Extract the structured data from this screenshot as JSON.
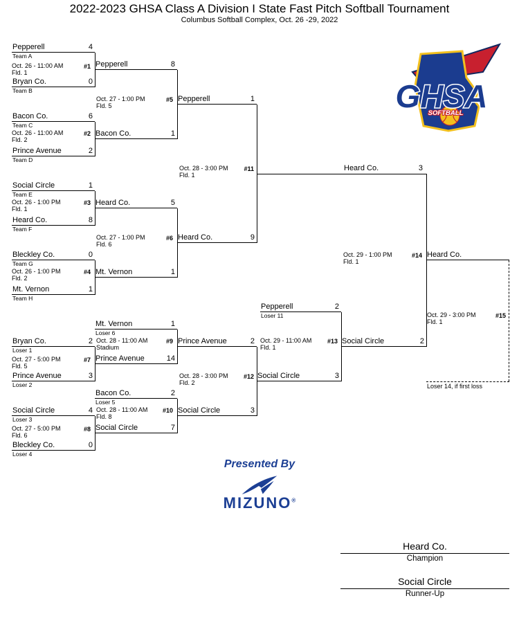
{
  "header": {
    "title": "2022-2023 GHSA Class A Division I State Fast Pitch Softball Tournament",
    "subtitle": "Columbus Softball Complex, Oct. 26 -29, 2022"
  },
  "slots": {
    "r1_1": {
      "name": "Pepperell",
      "score": "4",
      "tag": "Team A"
    },
    "r1_2": {
      "name": "Bryan Co.",
      "score": "0",
      "tag": "Team B"
    },
    "r1_3": {
      "name": "Bacon Co.",
      "score": "6",
      "tag": "Team C"
    },
    "r1_4": {
      "name": "Prince Avenue",
      "score": "2",
      "tag": "Team D"
    },
    "r1_5": {
      "name": "Social Circle",
      "score": "1",
      "tag": "Team E"
    },
    "r1_6": {
      "name": "Heard Co.",
      "score": "8",
      "tag": "Team F"
    },
    "r1_7": {
      "name": "Bleckley Co.",
      "score": "0",
      "tag": "Team G"
    },
    "r1_8": {
      "name": "Mt. Vernon",
      "score": "1",
      "tag": "Team H"
    },
    "w5_top": {
      "name": "Pepperell",
      "score": "8"
    },
    "w5_bot": {
      "name": "Bacon Co.",
      "score": "1"
    },
    "w6_top": {
      "name": "Heard Co.",
      "score": "5"
    },
    "w6_bot": {
      "name": "Mt. Vernon",
      "score": "1"
    },
    "w11_top": {
      "name": "Pepperell",
      "score": "1"
    },
    "w11_bot": {
      "name": "Heard Co.",
      "score": "9"
    },
    "w14_top": {
      "name": "Heard Co.",
      "score": "3"
    },
    "champ_line": {
      "name": "Heard Co."
    },
    "l7_top": {
      "name": "Bryan Co.",
      "score": "2",
      "tag": "Loser 1"
    },
    "l7_bot": {
      "name": "Prince Avenue",
      "score": "3",
      "tag": "Loser 2"
    },
    "l8_top": {
      "name": "Social Circle",
      "score": "4",
      "tag": "Loser 3"
    },
    "l8_bot": {
      "name": "Bleckley Co.",
      "score": "0",
      "tag": "Loser 4"
    },
    "l9_top": {
      "name": "Mt. Vernon",
      "score": "1",
      "tag": "Loser 6"
    },
    "l9_bot": {
      "name": "Prince Avenue",
      "score": "14"
    },
    "l10_top": {
      "name": "Bacon Co.",
      "score": "2",
      "tag": "Loser 5"
    },
    "l10_bot": {
      "name": "Social Circle",
      "score": "7"
    },
    "l12_top": {
      "name": "Prince Avenue",
      "score": "2"
    },
    "l12_bot": {
      "name": "Social Circle",
      "score": "3"
    },
    "l13_top": {
      "name": "Pepperell",
      "score": "2",
      "tag": "Loser 11"
    },
    "l13_bot": {
      "name": "Social Circle",
      "score": "3"
    },
    "l14_bot": {
      "name": "Social Circle",
      "score": "2"
    }
  },
  "games": {
    "g1": {
      "num": "#1",
      "when": "Oct. 26 - 11:00 AM",
      "where": "Fld. 1"
    },
    "g2": {
      "num": "#2",
      "when": "Oct. 26 - 11:00 AM",
      "where": "Fld. 2"
    },
    "g3": {
      "num": "#3",
      "when": "Oct. 26 - 1:00 PM",
      "where": "Fld. 1"
    },
    "g4": {
      "num": "#4",
      "when": "Oct. 26 - 1:00 PM",
      "where": "Fld. 2"
    },
    "g5": {
      "num": "#5",
      "when": "Oct. 27 - 1:00 PM",
      "where": "Fld. 5"
    },
    "g6": {
      "num": "#6",
      "when": "Oct. 27 - 1:00 PM",
      "where": "Fld. 6"
    },
    "g7": {
      "num": "#7",
      "when": "Oct. 27 - 5:00 PM",
      "where": "Fld. 5"
    },
    "g8": {
      "num": "#8",
      "when": "Oct. 27 - 5:00 PM",
      "where": "Fld. 6"
    },
    "g9": {
      "num": "#9",
      "when": "Oct. 28 - 11:00 AM",
      "where": "Stadium"
    },
    "g10": {
      "num": "#10",
      "when": "Oct. 28 - 11:00 AM",
      "where": "Fld. 8"
    },
    "g11": {
      "num": "#11",
      "when": "Oct. 28 - 3:00 PM",
      "where": "Fld. 1"
    },
    "g12": {
      "num": "#12",
      "when": "Oct. 28 - 3:00 PM",
      "where": "Fld. 2"
    },
    "g13": {
      "num": "#13",
      "when": "Oct. 29 - 11:00 AM",
      "where": "Fld. 1"
    },
    "g14": {
      "num": "#14",
      "when": "Oct. 29 - 1:00 PM",
      "where": "Fld. 1"
    },
    "g15": {
      "num": "#15",
      "when": "Oct. 29 - 3:00 PM",
      "where": "Fld. 1"
    }
  },
  "notes": {
    "if_necessary": "Loser 14, if first loss"
  },
  "results": {
    "champion_name": "Heard Co.",
    "champion_label": "Champion",
    "runnerup_name": "Social Circle",
    "runnerup_label": "Runner-Up"
  },
  "sponsor": {
    "presented_by": "Presented By",
    "brand": "MIZUNO",
    "brand_mark": "®"
  },
  "logo": {
    "org": "GHSA",
    "sport": "SOFTBALL"
  },
  "colors": {
    "line": "#000000",
    "sponsor_blue": "#1c3f94",
    "logo_blue": "#1b3c8f",
    "logo_red": "#c8202f",
    "logo_gold": "#f2c01e"
  }
}
